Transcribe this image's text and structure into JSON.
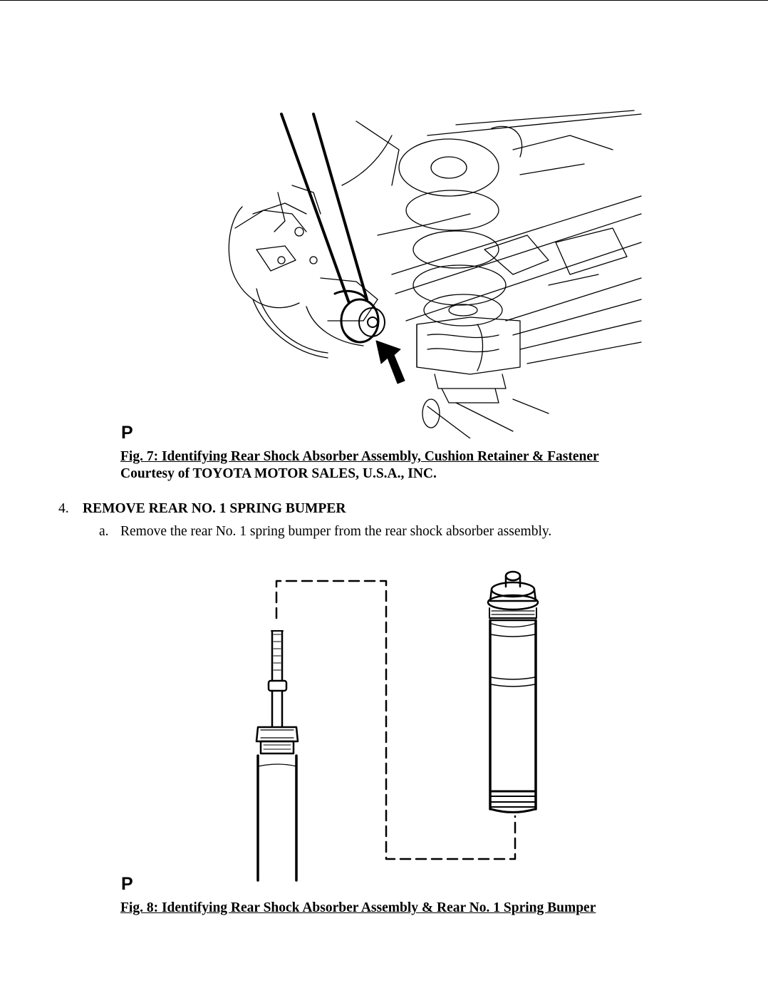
{
  "figures": [
    {
      "marker": "P",
      "title": "Fig. 7: Identifying Rear Shock Absorber Assembly, Cushion Retainer & Fastener",
      "credit": "Courtesy of TOYOTA MOTOR SALES, U.S.A., INC."
    },
    {
      "marker": "P",
      "title": "Fig. 8: Identifying Rear Shock Absorber Assembly & Rear No. 1 Spring Bumper"
    }
  ],
  "steps": [
    {
      "number": "4.",
      "heading": "REMOVE REAR NO. 1 SPRING BUMPER",
      "substeps": [
        {
          "letter": "a.",
          "text": "Remove the rear No. 1 spring bumper from the rear shock absorber assembly."
        }
      ]
    }
  ]
}
